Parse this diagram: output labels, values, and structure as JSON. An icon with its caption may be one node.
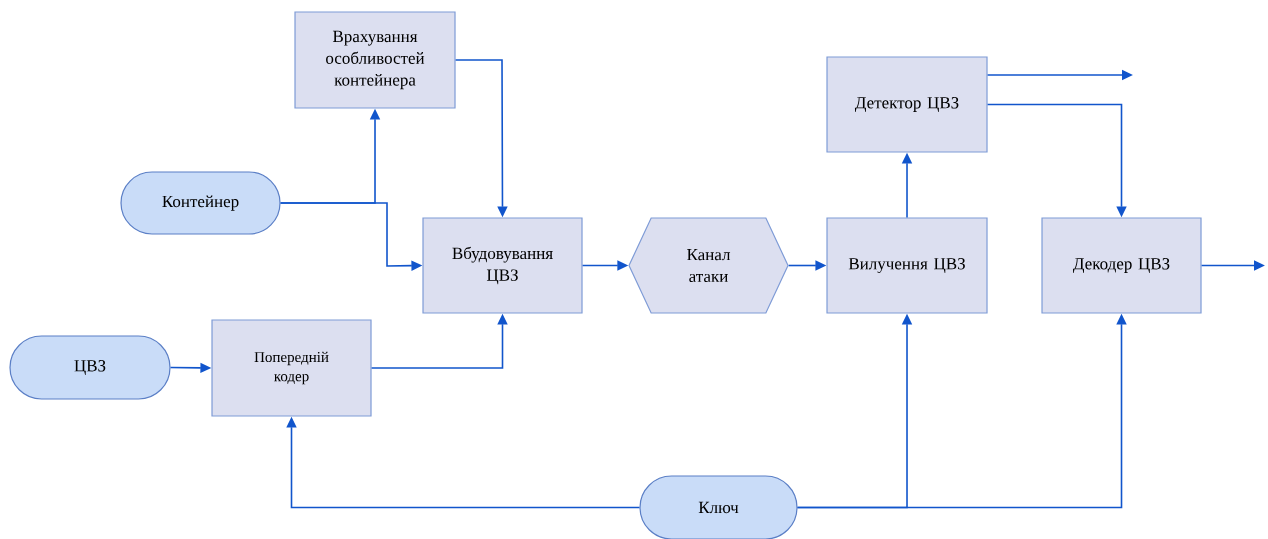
{
  "diagram": {
    "nodes": [
      {
        "text": [
          "Врахування особливостей контейнера"
        ]
      },
      {
        "text": [
          "Детектор ЦВЗ"
        ]
      },
      {
        "text": [
          "Контейнер"
        ]
      },
      {
        "text": [
          "Вбудовування ЦВЗ"
        ]
      },
      {
        "text": [
          "Канал атаки"
        ]
      },
      {
        "text": [
          "Вилучення ЦВЗ"
        ]
      },
      {
        "text": [
          "Декодер ЦВЗ"
        ]
      },
      {
        "text": [
          "ЦВЗ"
        ]
      },
      {
        "text": [
          "Попередній кодер"
        ]
      },
      {
        "text": [
          "Ключ"
        ]
      }
    ],
    "edges": [
      {
        "from": 2,
        "to": 0,
        "arrow": "to"
      },
      {
        "from": 2,
        "to": 3,
        "arrow": "to"
      },
      {
        "from": 0,
        "to": 3,
        "arrow": "to"
      },
      {
        "from": 3,
        "to": 4,
        "arrow": "to"
      },
      {
        "from": 4,
        "to": 5,
        "arrow": "to"
      },
      {
        "from": 5,
        "to": 1,
        "arrow": "to"
      },
      {
        "from": 1,
        "to": null,
        "arrow": "to"
      },
      {
        "from": 1,
        "to": 6,
        "arrow": "to"
      },
      {
        "from": 6,
        "to": null,
        "arrow": "to"
      },
      {
        "from": 7,
        "to": 8,
        "arrow": "to"
      },
      {
        "from": 8,
        "to": 3,
        "arrow": "to"
      },
      {
        "from": 9,
        "to": 8,
        "arrow": "to"
      },
      {
        "from": 9,
        "to": 5,
        "arrow": "to"
      },
      {
        "from": 9,
        "to": 6,
        "arrow": "to"
      }
    ]
  }
}
